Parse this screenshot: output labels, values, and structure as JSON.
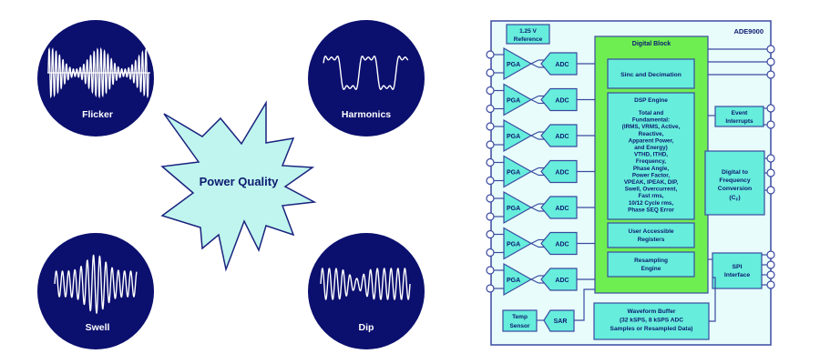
{
  "colors": {
    "navy": "#0b0f6e",
    "wave": "#ffffff",
    "star_fill": "#bff5ee",
    "star_stroke": "#1a237e",
    "frame_bg": "#e8fdfb",
    "frame_stroke": "#3a4aa0",
    "box_fill": "#66eddc",
    "digital_fill": "#6fee52",
    "text_navy": "#0d1a70"
  },
  "power_quality": {
    "center_label": "Power Quality",
    "events": [
      {
        "id": "flicker",
        "label": "Flicker"
      },
      {
        "id": "harmonics",
        "label": "Harmonics"
      },
      {
        "id": "swell",
        "label": "Swell"
      },
      {
        "id": "dip",
        "label": "Dip"
      }
    ]
  },
  "block_diagram": {
    "chip_name": "ADE9000",
    "reference": [
      "1.25 V",
      "Reference"
    ],
    "pga_label": "PGA",
    "adc_label": "ADC",
    "pga_channels": 7,
    "temp_sensor": [
      "Temp",
      "Sensor"
    ],
    "sar_label": "SAR",
    "digital_block": "Digital Block",
    "sinc": "Sinc and Decimation",
    "dsp_title": "DSP Engine",
    "dsp_lines": [
      "Total and",
      "Fundamental:",
      "(IRMS, VRMS, Active,",
      "Reactive,",
      "Apparent Power,",
      "and Energy)",
      "VTHD, ITHD,",
      "Frequency,",
      "Phase Angle,",
      "Power Factor,",
      "VPEAK, IPEAK, DIP,",
      "Swell, Overcurrent,",
      "Fast rms,",
      "10/12 Cycle rms,",
      "Phase SEQ Error"
    ],
    "user_registers": [
      "User Accessible",
      "Registers"
    ],
    "resampling": [
      "Resampling",
      "Engine"
    ],
    "event_interrupts": [
      "Event",
      "Interrupts"
    ],
    "dfc": [
      "Digital to",
      "Frequency",
      "Conversion",
      "(C",
      "F",
      ")"
    ],
    "spi": [
      "SPI",
      "Interface"
    ],
    "waveform_buffer": [
      "Waveform Buffer",
      "(32 kSPS, 8 kSPS ADC",
      "Samples or Resampled Data)"
    ]
  }
}
